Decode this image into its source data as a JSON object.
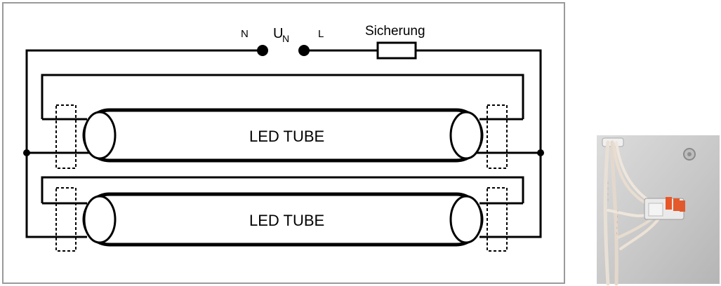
{
  "diagram": {
    "neutral_label": "N",
    "voltage_label": "U",
    "voltage_subscript": "N",
    "line_label": "L",
    "fuse_label": "Sicherung",
    "tube_top_label": "LED TUBE",
    "tube_bottom_label": "LED TUBE"
  },
  "colors": {
    "frame": "#999999",
    "wire": "#000000",
    "photo_background": "#cfcfcf",
    "connector_orange": "#e8572a"
  }
}
